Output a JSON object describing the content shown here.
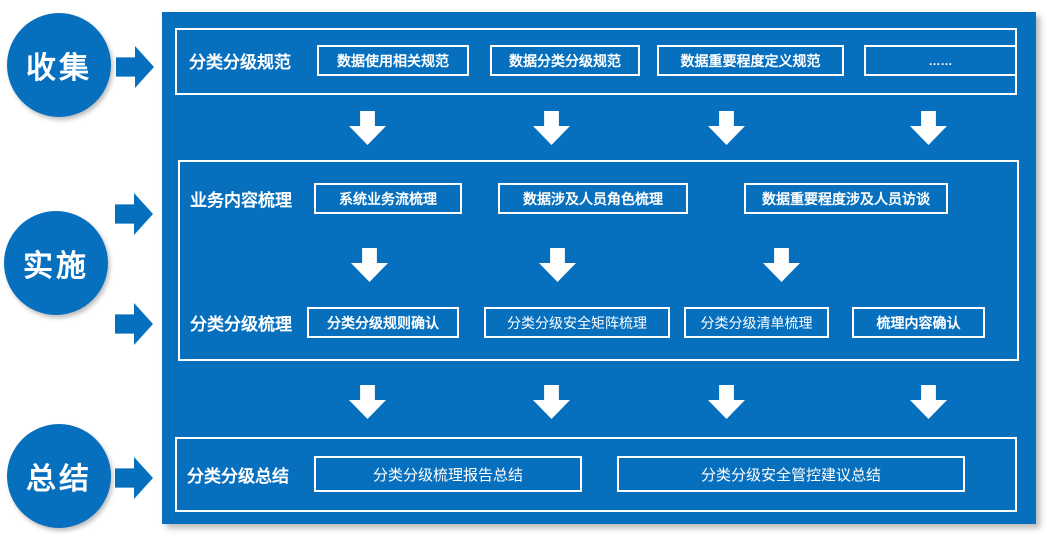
{
  "colors": {
    "accent": "#0770be",
    "box_border": "#ffffff",
    "text": "#ffffff"
  },
  "stages": [
    {
      "label": "收集"
    },
    {
      "label": "实施"
    },
    {
      "label": "总结"
    }
  ],
  "sections": {
    "spec": {
      "label": "分类分级规范",
      "boxes": [
        "数据使用相关规范",
        "数据分类分级规范",
        "数据重要程度定义规范",
        "……"
      ]
    },
    "business": {
      "label": "业务内容梳理",
      "boxes": [
        "系统业务流梳理",
        "数据涉及人员角色梳理",
        "数据重要程度涉及人员访谈"
      ]
    },
    "sorting": {
      "label": "分类分级梳理",
      "boxes": [
        "分类分级规则确认",
        "分类分级安全矩阵梳理",
        "分类分级清单梳理",
        "梳理内容确认"
      ]
    },
    "summary": {
      "label": "分类分级总结",
      "boxes": [
        "分类分级梳理报告总结",
        "分类分级安全管控建议总结"
      ]
    }
  }
}
